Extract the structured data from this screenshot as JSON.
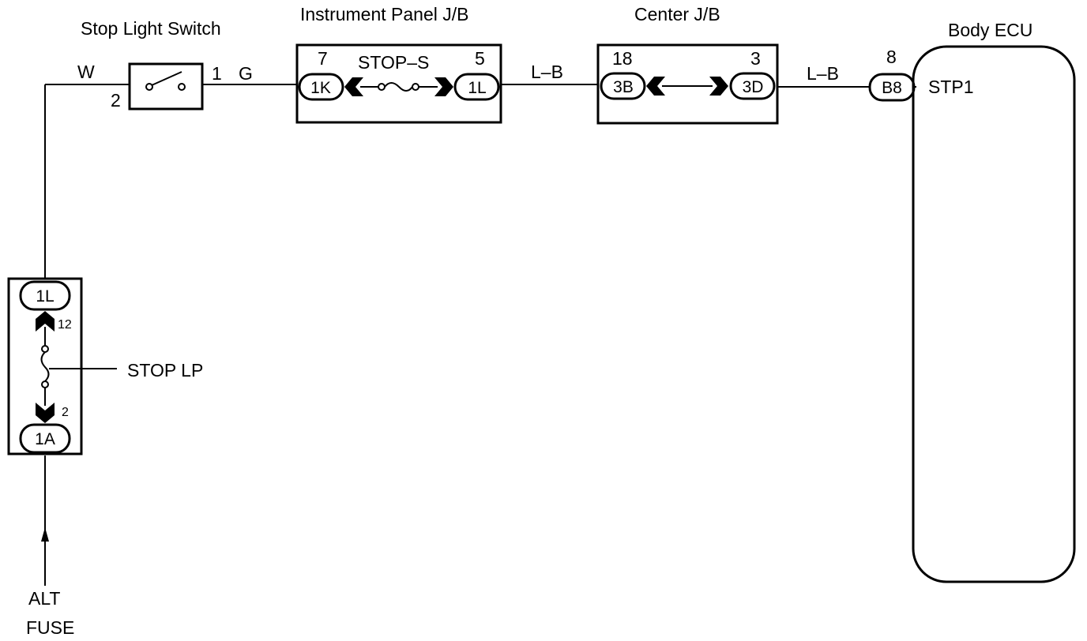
{
  "components": {
    "stop_light_switch": {
      "title": "Stop Light Switch",
      "pin_in": "2",
      "pin_out": "1"
    },
    "instrument_panel_jb": {
      "title": "Instrument Panel J/B",
      "fuse_name": "STOP–S",
      "left_pin": "7",
      "left_connector": "1K",
      "right_pin": "5",
      "right_connector": "1L"
    },
    "center_jb": {
      "title": "Center J/B",
      "left_pin": "18",
      "left_connector": "3B",
      "right_pin": "3",
      "right_connector": "3D"
    },
    "body_ecu": {
      "title": "Body ECU",
      "pin": "8",
      "connector": "B8",
      "terminal": "STP1"
    },
    "engine_room_jb": {
      "top_connector": "1L",
      "top_pin": "12",
      "fuse_name": "STOP LP",
      "bottom_pin": "2",
      "bottom_connector": "1A"
    }
  },
  "wires": {
    "switch_in_color": "W",
    "switch_out_color": "G",
    "ip_to_center_color": "L–B",
    "center_to_ecu_color": "L–B"
  },
  "source": {
    "line1": "ALT",
    "line2": "FUSE"
  }
}
